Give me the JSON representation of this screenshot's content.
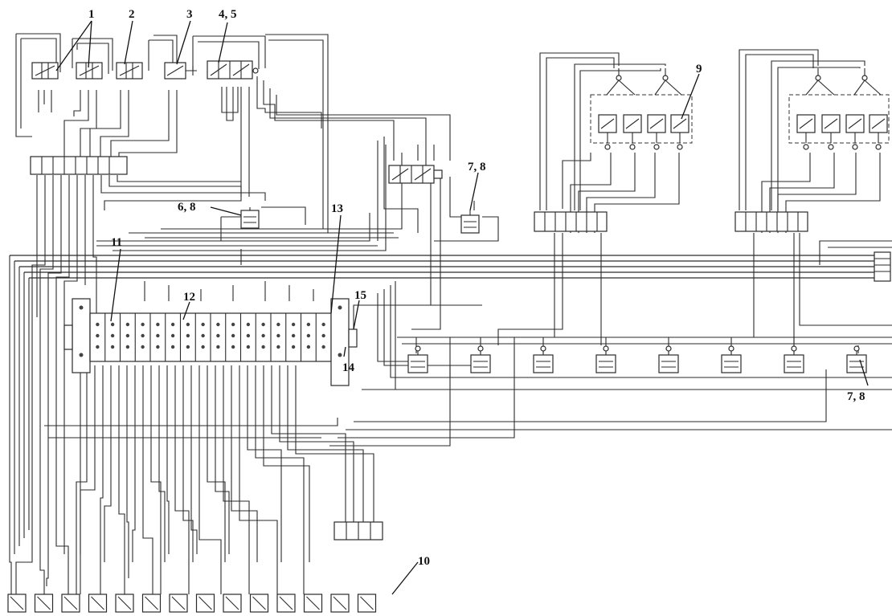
{
  "diagram": {
    "callouts": {
      "c1": "1",
      "c2": "2",
      "c3": "3",
      "c45": "4, 5",
      "c9": "9",
      "c78a": "7, 8",
      "c68": "6, 8",
      "c13": "13",
      "c11": "11",
      "c12": "12",
      "c15": "15",
      "c14": "14",
      "c78b": "7, 8",
      "c10": "10"
    },
    "component_counts": {
      "bottom_terminals": 14,
      "air_cylinders_row": 8,
      "main_valve_terminal_blocks": 16
    }
  }
}
